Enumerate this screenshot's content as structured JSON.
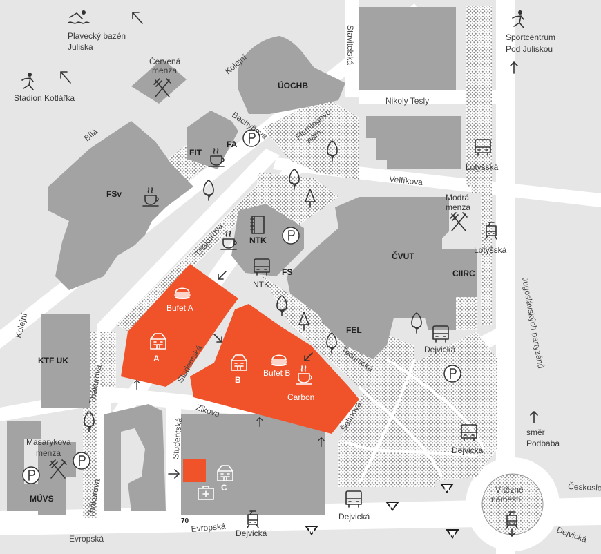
{
  "colors": {
    "background": "#e6e6e6",
    "street": "#ffffff",
    "building": "#a3a3a3",
    "highlight": "#f0522a",
    "text": "#3a3a3a"
  },
  "pois": {
    "pool": "Plavecký bazén",
    "pool2": "Juliska",
    "stadium": "Stadion Kotlářka",
    "sportcentrum": "Sportcentrum",
    "sportcentrum2": "Pod Juliskou",
    "cervena": "Červená",
    "cervena2": "menza",
    "modra": "Modrá",
    "modra2": "menza",
    "masarykova": "Masarykova",
    "masarykova2": "menza",
    "smer": "směr",
    "smer2": "Podbaba"
  },
  "buildings": {
    "fsv": "FSv",
    "fit": "FIT",
    "fa": "FA",
    "uochb": "ÚOCHB",
    "ntk": "NTK",
    "fs": "FS",
    "cvut": "ČVUT",
    "ciirc": "CIIRC",
    "fel": "FEL",
    "ktf": "KTF UK",
    "muvs": "MÚVS",
    "c": "C"
  },
  "highlights": {
    "bufet_a": "Bufet A",
    "a": "A",
    "b": "B",
    "bufet_b": "Bufet B",
    "carbon": "Carbon"
  },
  "streets": {
    "stavitelska": "Stavitelská",
    "kolejni": "Kolejní",
    "bechynova": "Bechyňova",
    "flemingovo": "Flemingovo",
    "flemingovo2": "nám.",
    "nikoly": "Nikoly Tesly",
    "bila": "Bílá",
    "velfikova": "Velfíkova",
    "thakurova": "Thákurova",
    "studentska": "Studentská",
    "technicka": "Technická",
    "zikova": "Zikova",
    "solinova": "Šolínova",
    "jugoslavskych": "Jugoslávských partyzánů",
    "evropska": "Evropská",
    "ceskoslo": "Českoslo",
    "dejvicka": "Dejvická",
    "vitezne": "Vítězné",
    "vitezne2": "náměstí"
  },
  "transit": {
    "lotysska": "Lotyšská",
    "ntk_stop": "NTK",
    "dejvicka": "Dejvická",
    "tram_number": "70",
    "metro": "M"
  },
  "icons": [
    "swimmer-icon",
    "runner-icon",
    "arrow-icon",
    "cutlery-icon",
    "coffee-icon",
    "parking-icon",
    "bus-icon",
    "tram-icon",
    "metro-icon",
    "tree-icon",
    "book-icon",
    "burger-icon",
    "house-icon",
    "first-aid-icon"
  ]
}
